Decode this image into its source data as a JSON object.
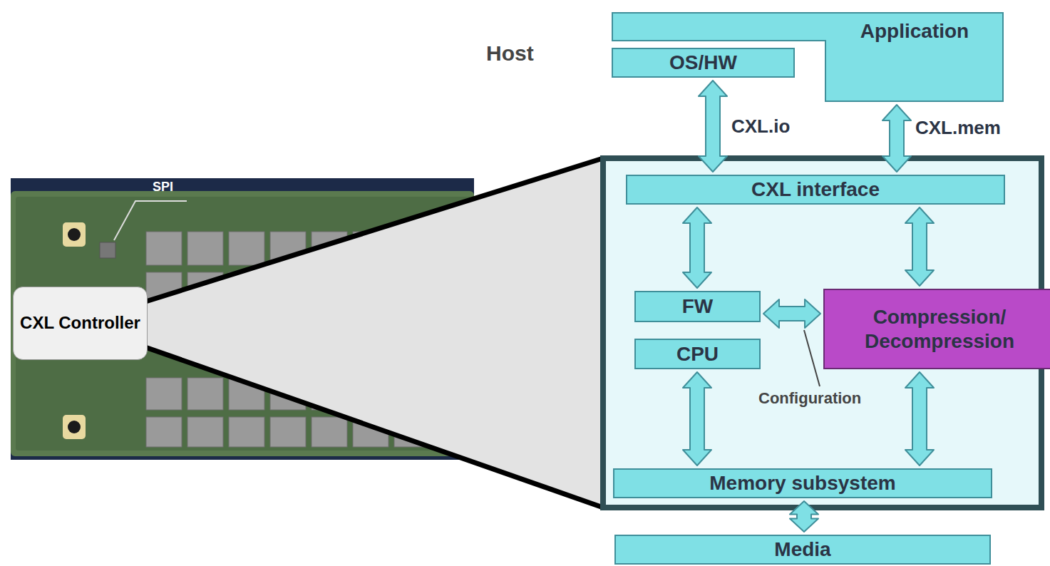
{
  "diagram": {
    "nodes": [
      {
        "text": [
          "Application"
        ]
      },
      {
        "text": [
          "OS/HW"
        ]
      },
      {
        "text": [
          "CXL interface"
        ]
      },
      {
        "text": [
          "FW"
        ]
      },
      {
        "text": [
          "Compression/ Decompression"
        ]
      },
      {
        "text": [
          "CPU"
        ]
      },
      {
        "text": [
          "Memory subsystem"
        ]
      },
      {
        "text": [
          "Media"
        ]
      },
      {
        "text": [
          "CXL Controller"
        ]
      }
    ],
    "edges": [
      {
        "from": 1,
        "to": 2,
        "arrow": "both",
        "label": "CXL.io"
      },
      {
        "from": 0,
        "to": 2,
        "arrow": "both",
        "label": "CXL.mem"
      },
      {
        "from": 2,
        "to": 3,
        "arrow": "both"
      },
      {
        "from": 2,
        "to": 4,
        "arrow": "both"
      },
      {
        "from": 3,
        "to": 4,
        "arrow": "both"
      },
      {
        "from": 5,
        "to": 6,
        "arrow": "both"
      },
      {
        "from": 4,
        "to": 6,
        "arrow": "both"
      },
      {
        "from": 6,
        "to": 7,
        "arrow": "both"
      }
    ],
    "labels": [
      "Host",
      "Configuration",
      "SPI"
    ]
  }
}
